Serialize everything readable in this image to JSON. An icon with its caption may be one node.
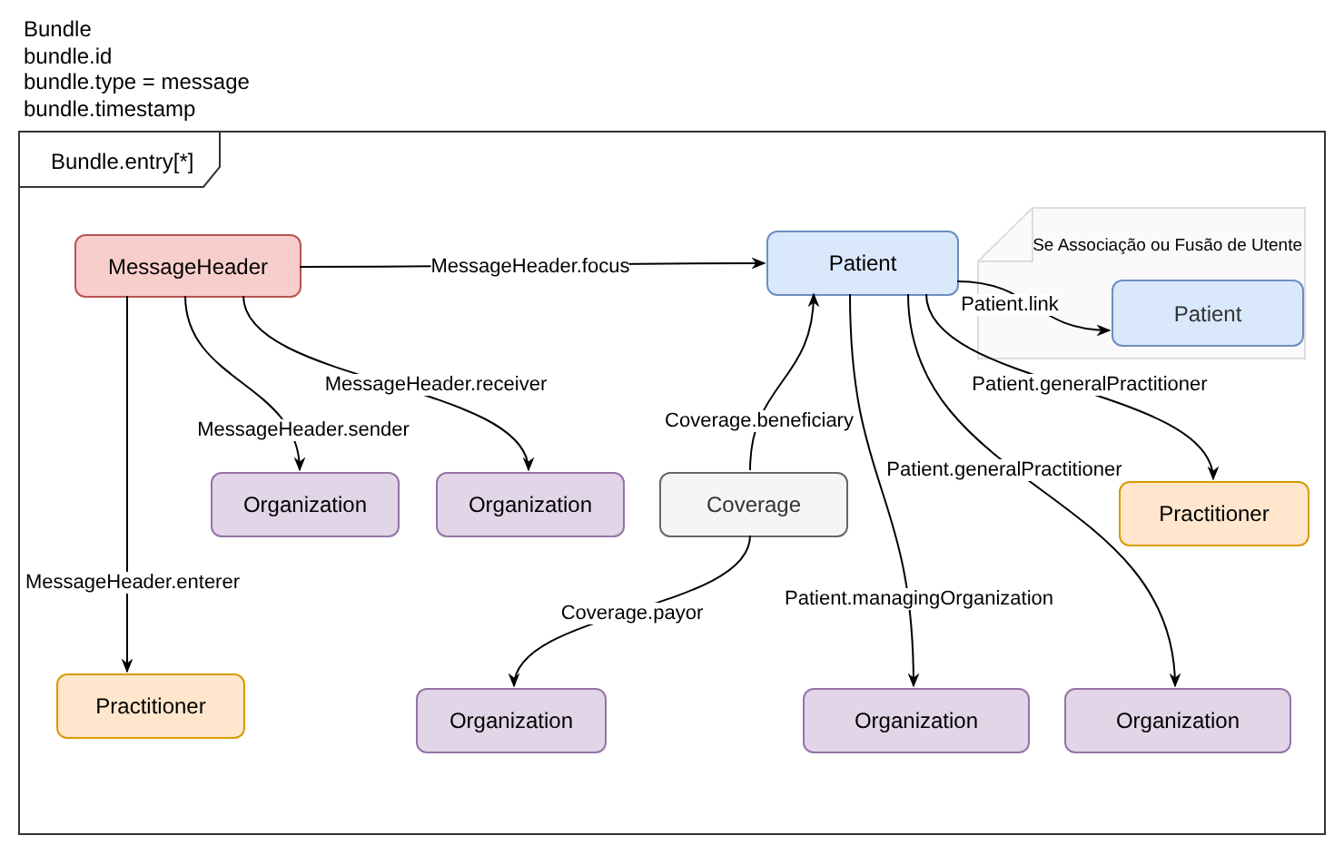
{
  "diagram": {
    "nodes": [
      {
        "text": [
          "Bundle.entry[*]"
        ]
      },
      {
        "text": [
          "MessageHeader"
        ],
        "in": 0
      },
      {
        "text": [
          "Patient"
        ],
        "in": 0
      },
      {
        "text": [
          "Se Associação ou Fusão de Utente"
        ],
        "in": 0
      },
      {
        "text": [
          "Patient"
        ],
        "in": 3
      },
      {
        "text": [
          "Organization"
        ],
        "in": 0
      },
      {
        "text": [
          "Organization"
        ],
        "in": 0
      },
      {
        "text": [
          "Coverage"
        ],
        "in": 0
      },
      {
        "text": [
          "Practitioner"
        ],
        "in": 0
      },
      {
        "text": [
          "Practitioner"
        ],
        "in": 0
      },
      {
        "text": [
          "Organization"
        ],
        "in": 0
      },
      {
        "text": [
          "Organization"
        ],
        "in": 0
      },
      {
        "text": [
          "Organization"
        ],
        "in": 0
      }
    ],
    "edges": [
      {
        "from": 1,
        "to": 2,
        "arrow": "to",
        "label": "MessageHeader.focus"
      },
      {
        "from": 1,
        "to": 5,
        "arrow": "to",
        "label": "MessageHeader.sender"
      },
      {
        "from": 1,
        "to": 6,
        "arrow": "to",
        "label": "MessageHeader.receiver"
      },
      {
        "from": 1,
        "to": 9,
        "arrow": "to",
        "label": "MessageHeader.enterer"
      },
      {
        "from": 7,
        "to": 2,
        "arrow": "to",
        "label": "Coverage.beneficiary"
      },
      {
        "from": 7,
        "to": 10,
        "arrow": "to",
        "label": "Coverage.payor"
      },
      {
        "from": 2,
        "to": 4,
        "arrow": "to",
        "label": "Patient.link"
      },
      {
        "from": 2,
        "to": 8,
        "arrow": "to",
        "label": "Patient.generalPractitioner"
      },
      {
        "from": 2,
        "to": 11,
        "arrow": "to",
        "label": "Patient.managingOrganization"
      },
      {
        "from": 2,
        "to": 12,
        "arrow": "to",
        "label": "Patient.generalPractitioner"
      }
    ],
    "labels": [
      "Bundle",
      "bundle.id",
      "bundle.type = message",
      "bundle.timestamp"
    ]
  }
}
